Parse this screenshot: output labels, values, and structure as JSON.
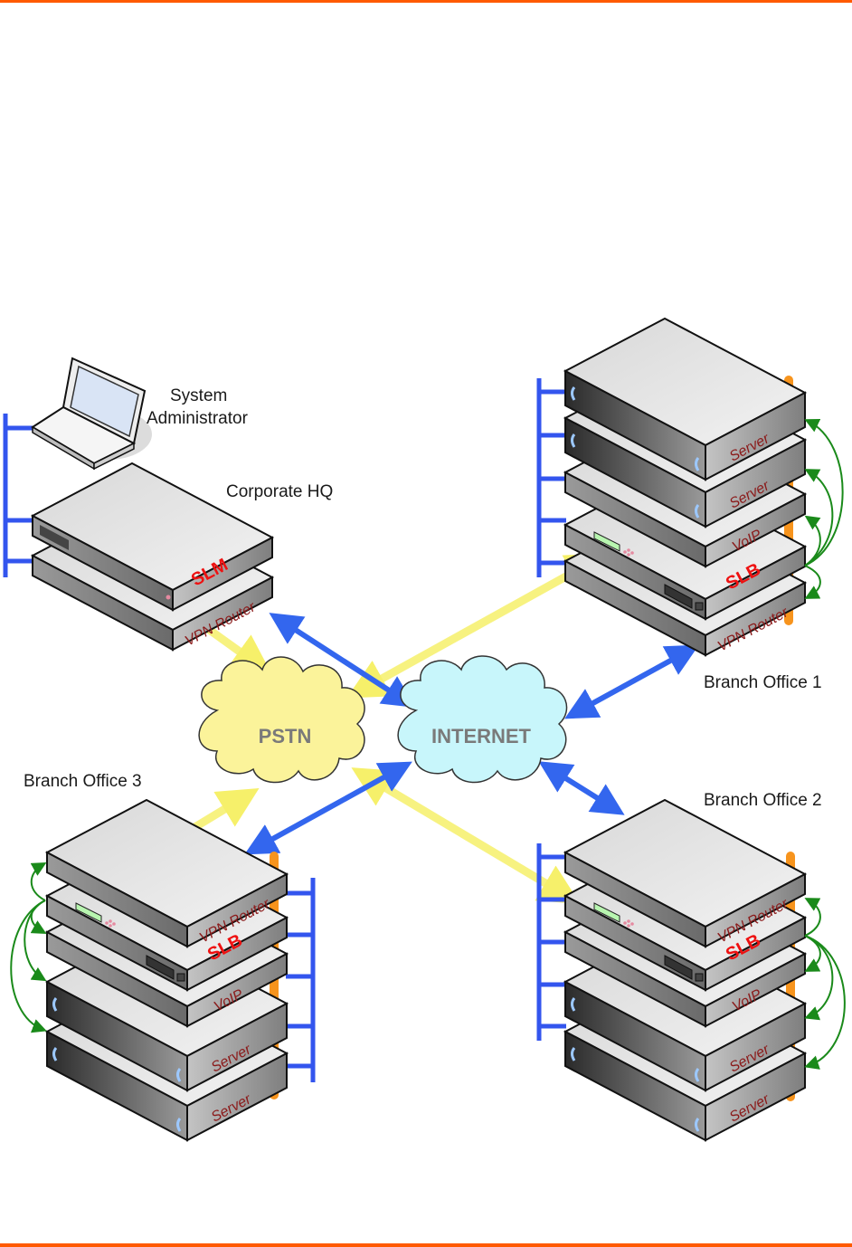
{
  "colors": {
    "rule": "#ff5a00",
    "lan": "#3355ee",
    "wan_arrow": "#3366ee",
    "pstn_arrow": "#f6f06a",
    "pstn_cloud": "#fbf39a",
    "internet_cloud": "#c8f6fb",
    "failover": "#1a8a1a",
    "power_bar": "#f7941d"
  },
  "sites": {
    "hq": {
      "title": "Corporate HQ",
      "admin_label_line1": "System",
      "admin_label_line2": "Administrator",
      "devices": [
        "SLM",
        "VPN Router"
      ]
    },
    "branch1": {
      "title": "Branch Office 1",
      "devices": [
        "Server",
        "Server",
        "VoIP",
        "SLB",
        "VPN Router"
      ]
    },
    "branch2": {
      "title": "Branch Office 2",
      "devices": [
        "VPN Router",
        "SLB",
        "VoIP",
        "Server",
        "Server"
      ]
    },
    "branch3": {
      "title": "Branch Office 3",
      "devices": [
        "VPN Router",
        "SLB",
        "VoIP",
        "Server",
        "Server"
      ]
    }
  },
  "clouds": {
    "pstn": "PSTN",
    "internet": "INTERNET"
  }
}
